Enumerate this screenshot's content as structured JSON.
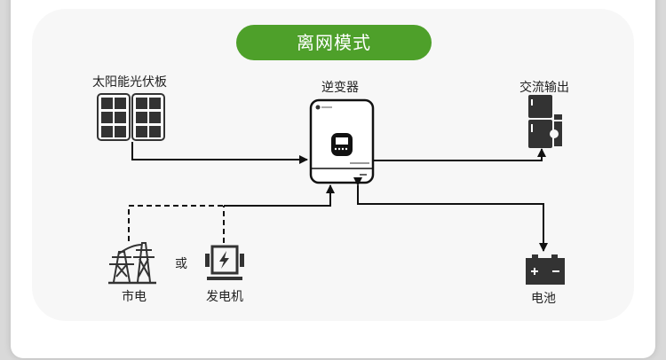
{
  "title": "离网模式",
  "colors": {
    "accent": "#4ea02a",
    "line": "#111111",
    "icon": "#333333",
    "panel": "#f7f7f7"
  },
  "nodes": {
    "solar": {
      "label": "太阳能光伏板",
      "icon": "solar-panel-icon"
    },
    "inverter": {
      "label": "逆变器",
      "icon": "inverter-icon"
    },
    "ac_output": {
      "label": "交流输出",
      "icon": "appliances-icon"
    },
    "grid": {
      "label": "市电",
      "icon": "power-tower-icon"
    },
    "or_text": "或",
    "generator": {
      "label": "发电机",
      "icon": "generator-icon"
    },
    "battery": {
      "label": "电池",
      "icon": "battery-icon"
    }
  },
  "connections": [
    {
      "from": "solar",
      "to": "inverter",
      "style": "solid"
    },
    {
      "from": "inverter",
      "to": "ac_output",
      "style": "solid"
    },
    {
      "from": "grid",
      "to": "inverter",
      "style": "dashed"
    },
    {
      "from": "generator",
      "to": "inverter",
      "style": "dashed+solid"
    },
    {
      "from": "inverter",
      "to": "battery",
      "style": "solid",
      "bidirectional": true
    }
  ]
}
